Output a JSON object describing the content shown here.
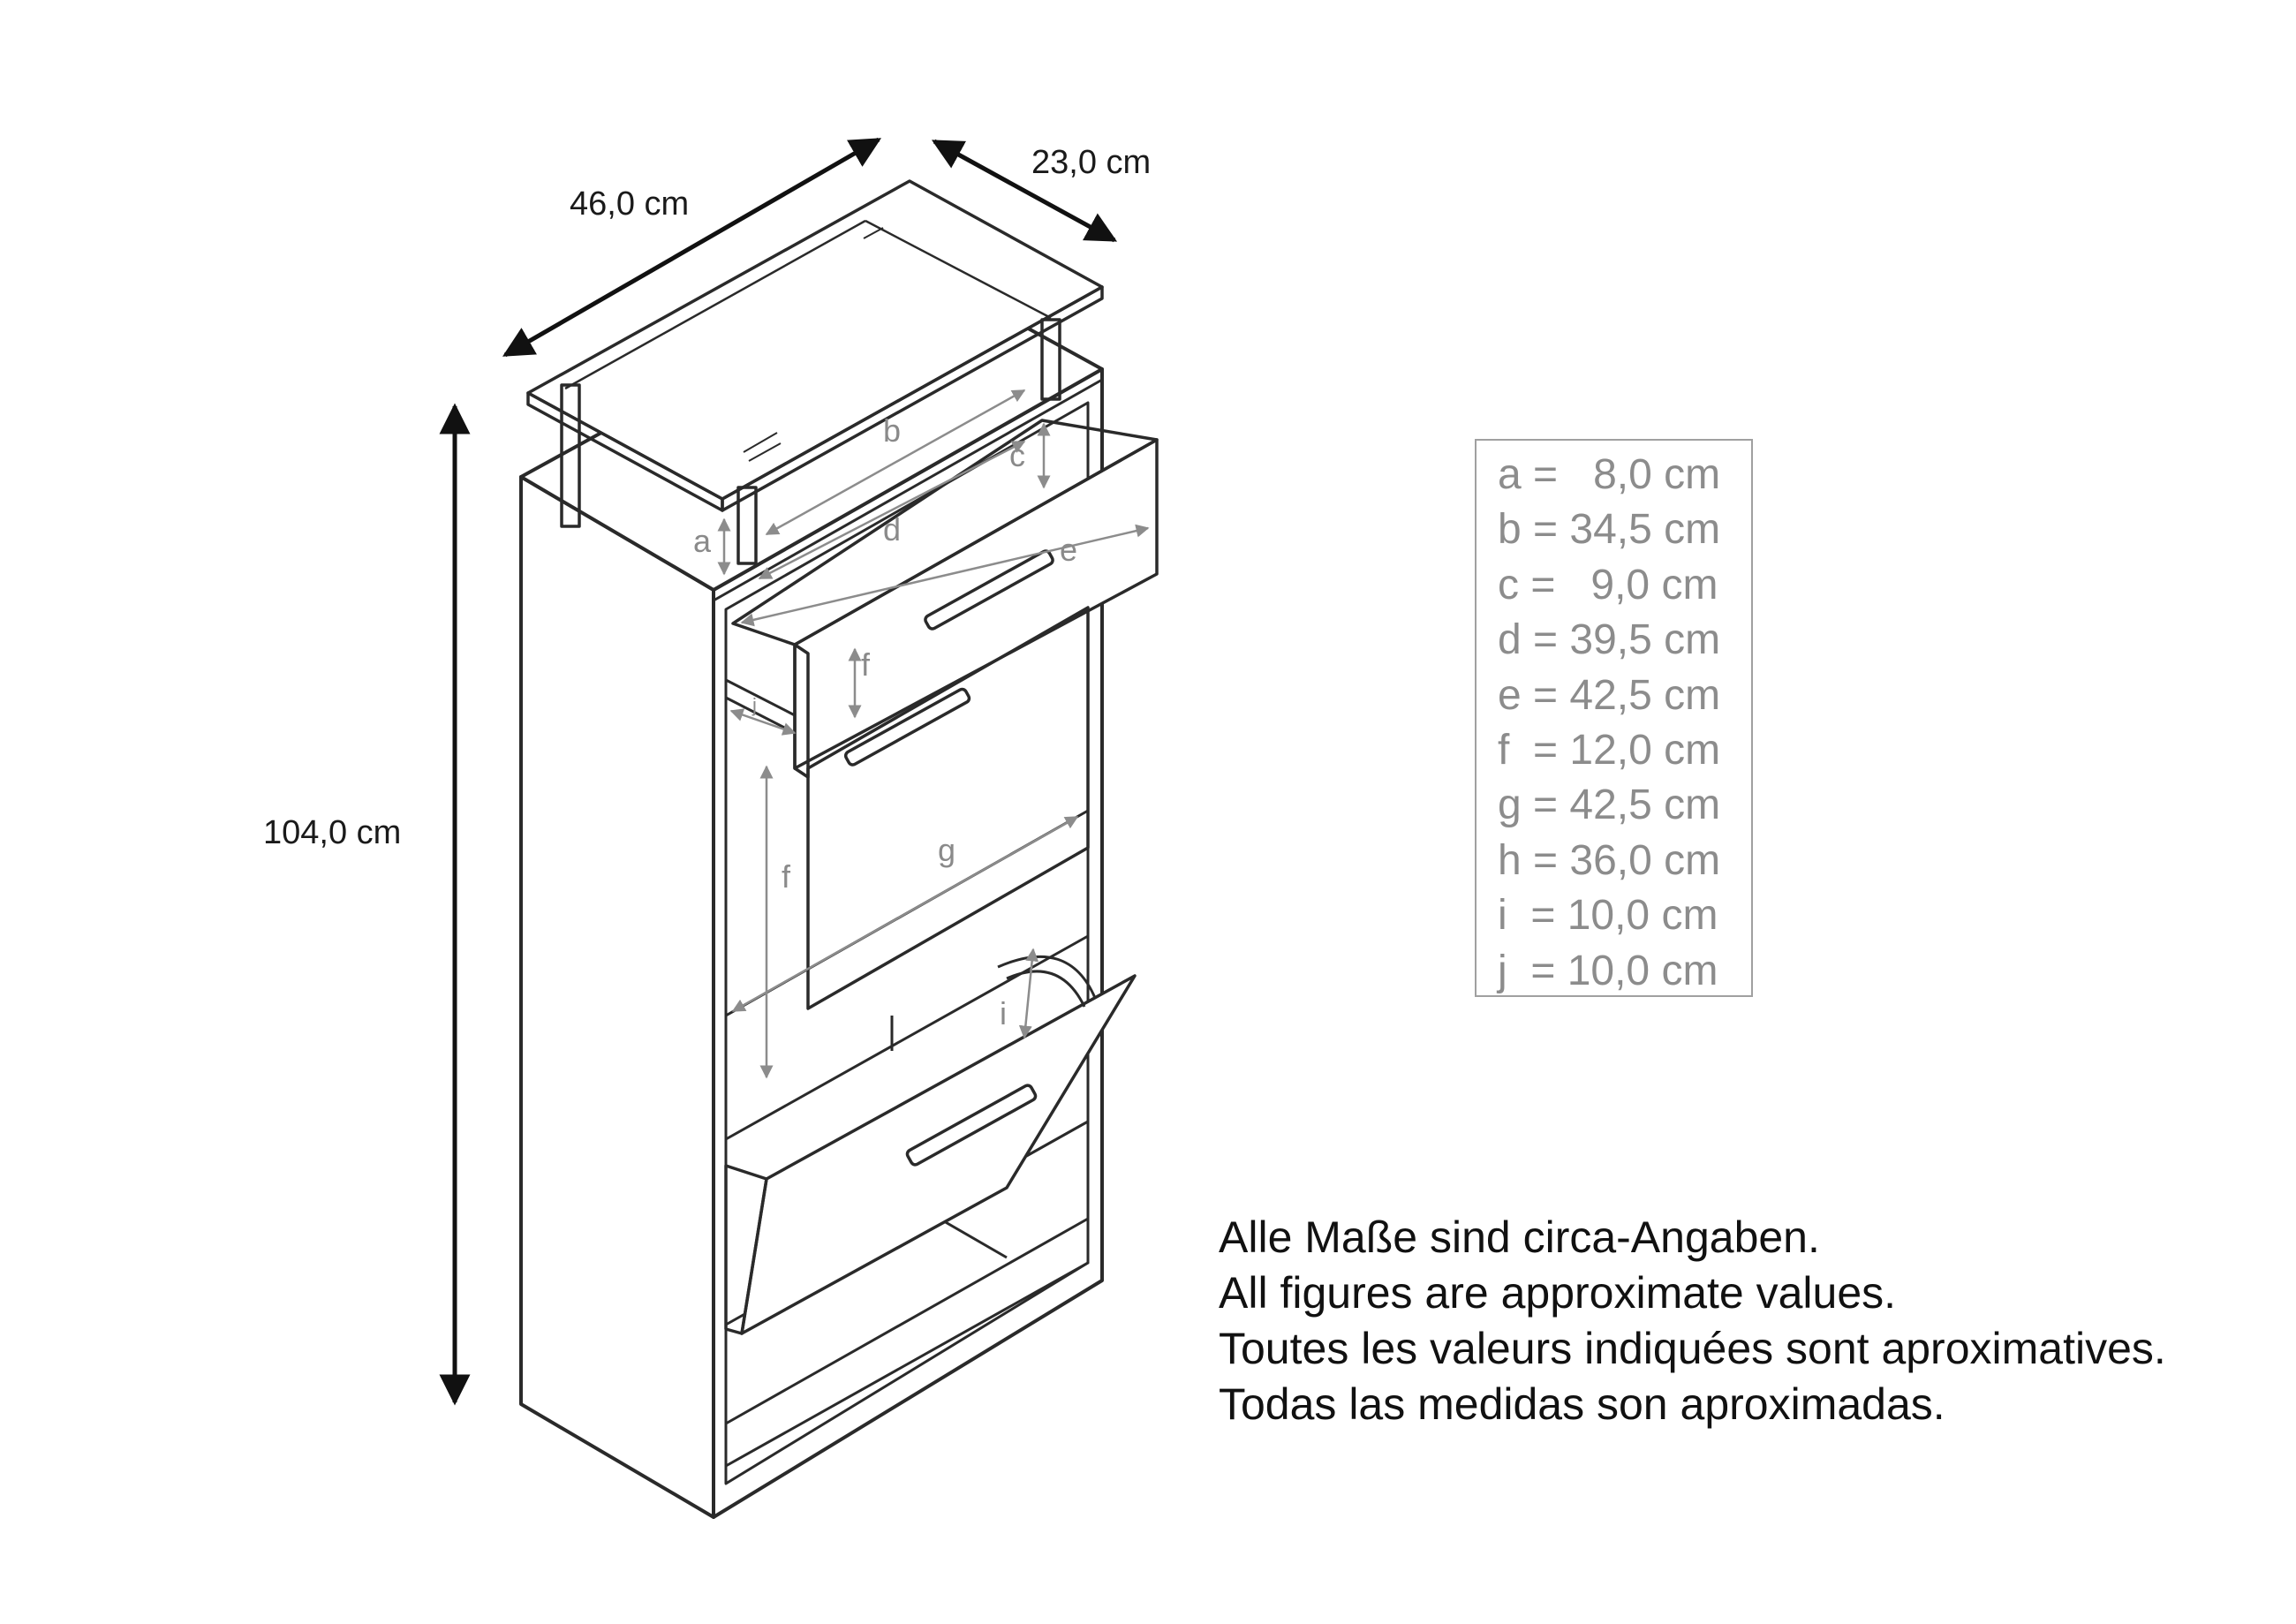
{
  "dimensions": {
    "width": "46,0 cm",
    "depth": "23,0 cm",
    "height": "104,0 cm"
  },
  "part_labels": {
    "a": "a",
    "b": "b",
    "c": "c",
    "d": "d",
    "e": "e",
    "f_drawer": "f",
    "f_flap": "f",
    "g": "g",
    "i": "i",
    "j": "j"
  },
  "legend": [
    "a =   8,0 cm",
    "b = 34,5 cm",
    "c =   9,0 cm",
    "d = 39,5 cm",
    "e = 42,5 cm",
    "f  = 12,0 cm",
    "g = 42,5 cm",
    "h = 36,0 cm",
    "i  = 10,0 cm",
    "j  = 10,0 cm"
  ],
  "notes": [
    "Alle Maße sind circa-Angaben.",
    "All figures are approximate values.",
    "Toutes les valeurs indiquées sont aproximatives.",
    "Todas las medidas son aproximadas."
  ],
  "colors": {
    "outline": "#2a2a2a",
    "dimension_line": "#8c8c8c",
    "legend_text": "#8c8c8c",
    "legend_border": "#a0a0a0"
  }
}
